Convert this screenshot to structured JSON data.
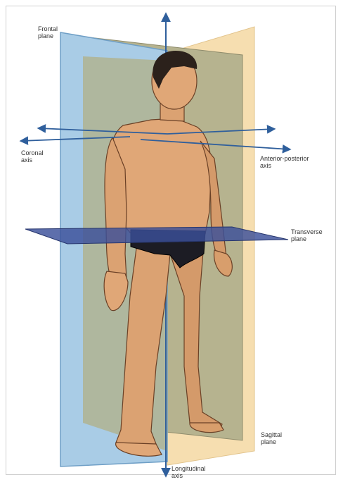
{
  "labels": {
    "frontal_plane": "Frontal\nplane",
    "coronal_axis": "Coronal\naxis",
    "anterior_posterior_axis": "Anterior-posterior\naxis",
    "transverse_plane": "Transverse\nplane",
    "sagittal_plane": "Sagittal\nplane",
    "longitudinal_axis": "Longitudinal\naxis"
  },
  "colors": {
    "frontal_plane": "#a9cce6",
    "sagittal_plane": "#f6deb0",
    "transverse_plane": "#3b4f9a",
    "axis_arrow": "#2f5f9c",
    "skin": "#e0a777",
    "underwear": "#1c1c24",
    "hair": "#2b211b"
  },
  "icons": {
    "axis_arrowheads": "arrowhead-icon"
  }
}
